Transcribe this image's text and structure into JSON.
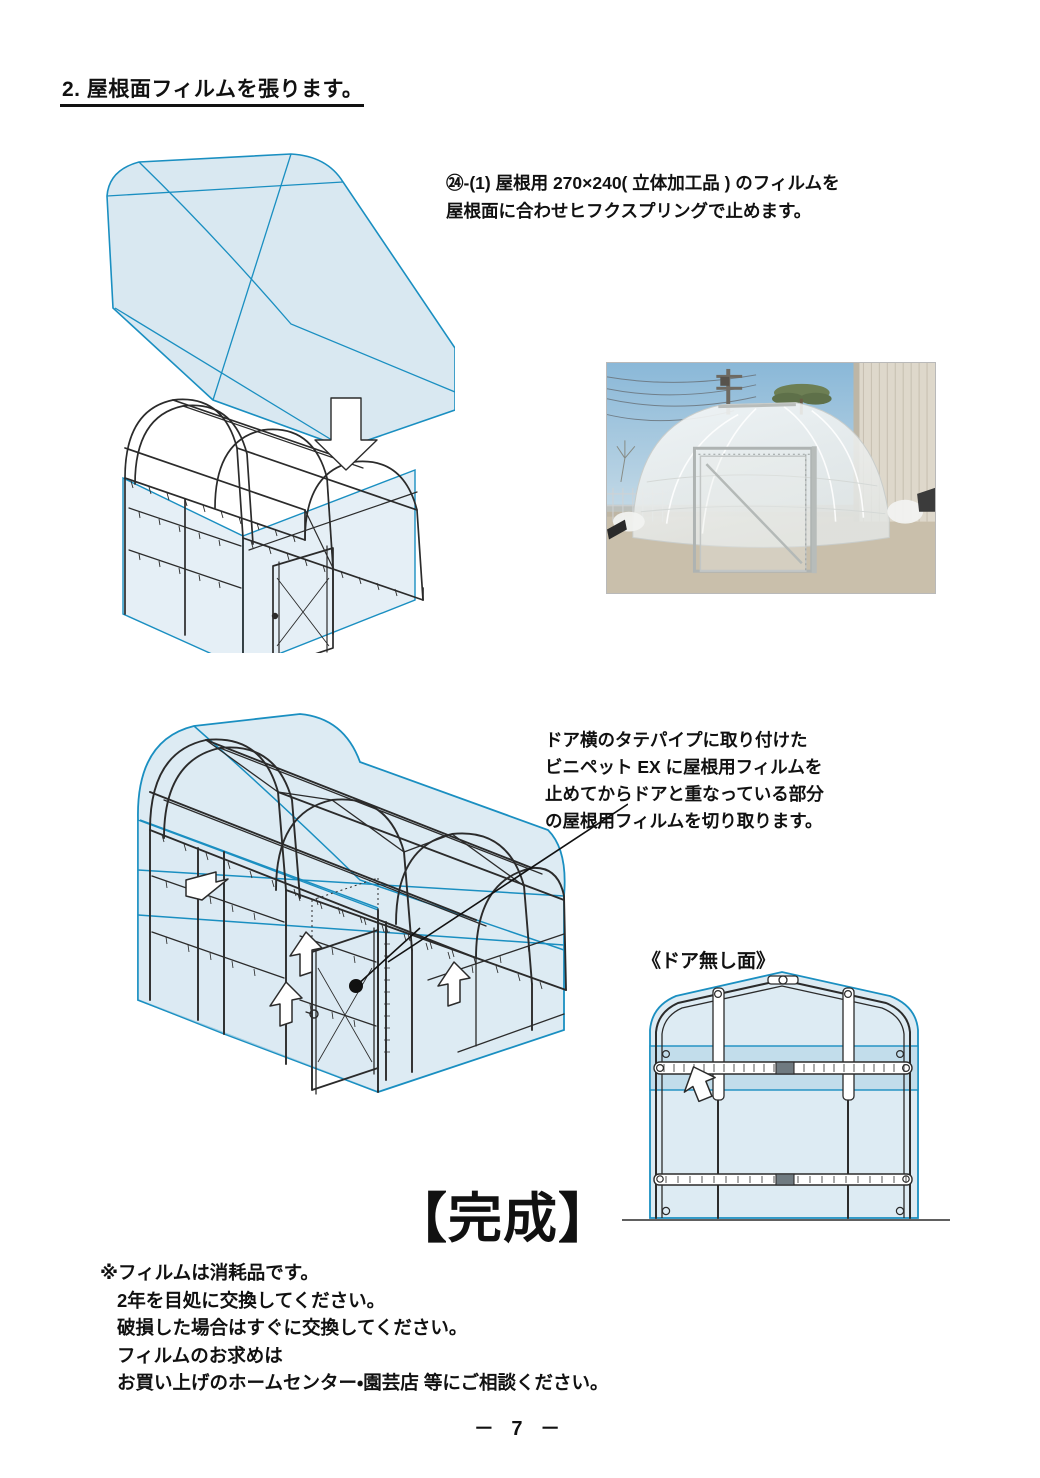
{
  "document": {
    "page_number_label": "－ 7 －",
    "section": {
      "number": "2.",
      "heading": "2. 屋根面フィルムを張ります。"
    }
  },
  "instructions": {
    "roof_film": {
      "marker": "㉔",
      "step": "-(1)",
      "text": "㉔-(1) 屋根用 270×240( 立体加工品 ) のフィルムを\n屋根面に合わせヒフクスプリングで止めます。",
      "size_spec": "270×240",
      "part_note": "立体加工品"
    },
    "door_cut": {
      "text": "ドア横のタテパイプに取り付けた\nビニペット EX に屋根用フィルムを\n止めてからドアと重なっている部分\nの屋根用フィルムを切り取ります。"
    }
  },
  "labels": {
    "doorless_side": "《ドア無し面》",
    "complete": "【完成】"
  },
  "notes": {
    "lines": [
      "※フィルムは消耗品です。",
      "2年を目処に交換してください。",
      "破損した場合はすぐに交換してください。",
      "フィルムのお求めは",
      "お買い上げのホームセンター・園芸店 等にご相談ください。"
    ]
  },
  "figures": {
    "roof_drape": {
      "caption": "屋根フィルムを骨組みに被せる図",
      "arrow": "down-arrow"
    },
    "photo": {
      "caption": "フィルムを張った温室の写真"
    },
    "completed": {
      "caption": "完成した温室の組立図",
      "arrow_count": 4
    },
    "endview": {
      "caption": "ドア無し面の正面図",
      "arrow": "up-arrow"
    }
  },
  "colors": {
    "film_fill": "#cfe2ee",
    "film_fill_light": "#dceaf3",
    "film_outline": "#1a8fc1",
    "frame_line": "#2b2b2b",
    "text": "#111111",
    "page_bg": "#ffffff",
    "photo_sky": "#9dc4dd",
    "photo_building": "#ddd6c8",
    "photo_ground": "#cfc5b2"
  }
}
